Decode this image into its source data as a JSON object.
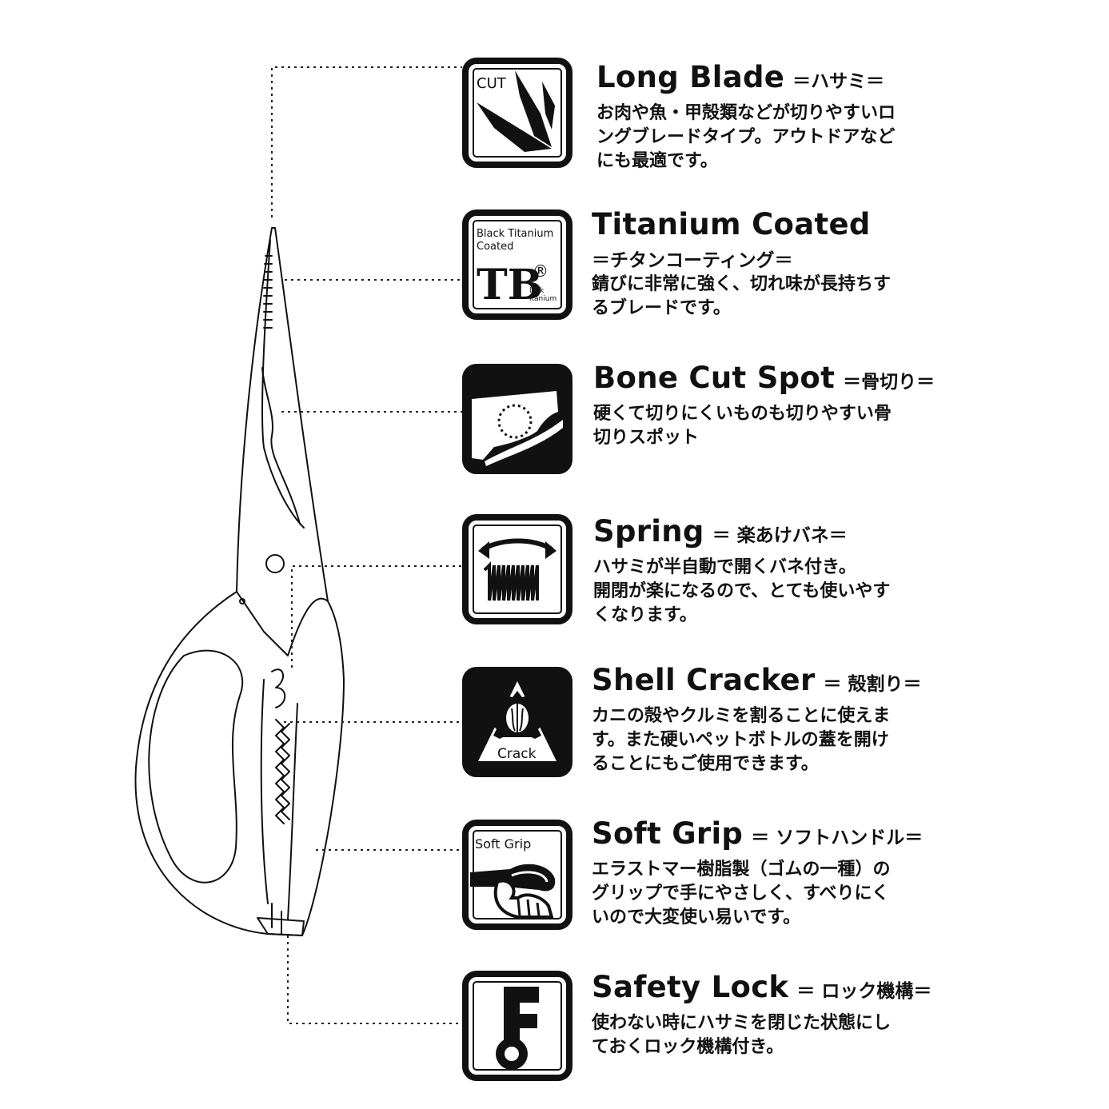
{
  "features": [
    {
      "icon": "long-blade-icon",
      "icon_text": "CUT",
      "title": "Long Blade",
      "subtitle": "＝ハサミ＝",
      "description": "お肉や魚・甲殻類などが切りやすいロ\nングブレードタイプ。アウトドアなど\nにも最適です。"
    },
    {
      "icon": "titanium-coated-icon",
      "icon_text": "Black Titanium Coated",
      "title": "Titanium Coated",
      "subtitle": "＝チタンコーティング＝",
      "description": "錆びに非常に強く、切れ味が長持ちす\nるブレードです。"
    },
    {
      "icon": "bone-cut-spot-icon",
      "title": "Bone Cut Spot",
      "subtitle": "＝骨切り＝",
      "description": "硬くて切りにくいものも切りやすい骨\n切りスポット"
    },
    {
      "icon": "spring-icon",
      "title": "Spring",
      "subtitle": "＝ 楽あけバネ＝",
      "description": "ハサミが半自動で開くバネ付き。\n開閉が楽になるので、とても使いやす\nくなります。"
    },
    {
      "icon": "shell-cracker-icon",
      "icon_text": "Crack",
      "title": "Shell Cracker",
      "subtitle": "＝ 殻割り＝",
      "description": "カニの殻やクルミを割ることに使えま\nす。また硬いペットボトルの蓋を開け\nることにもご使用できます。"
    },
    {
      "icon": "soft-grip-icon",
      "icon_text": "Soft Grip",
      "title": "Soft Grip",
      "subtitle": "＝ ソフトハンドル＝",
      "description": "エラストマー樹脂製（ゴムの一種）の\nグリップで手にやさしく、すべりにく\nいので大変使い易いです。"
    },
    {
      "icon": "safety-lock-icon",
      "title": "Safety Lock",
      "subtitle": "＝ ロック機構＝",
      "description": "使わない時にハサミを閉じた状態にし\nておくロック機構付き。"
    }
  ],
  "colors": {
    "ink": "#111111",
    "background": "#ffffff"
  }
}
